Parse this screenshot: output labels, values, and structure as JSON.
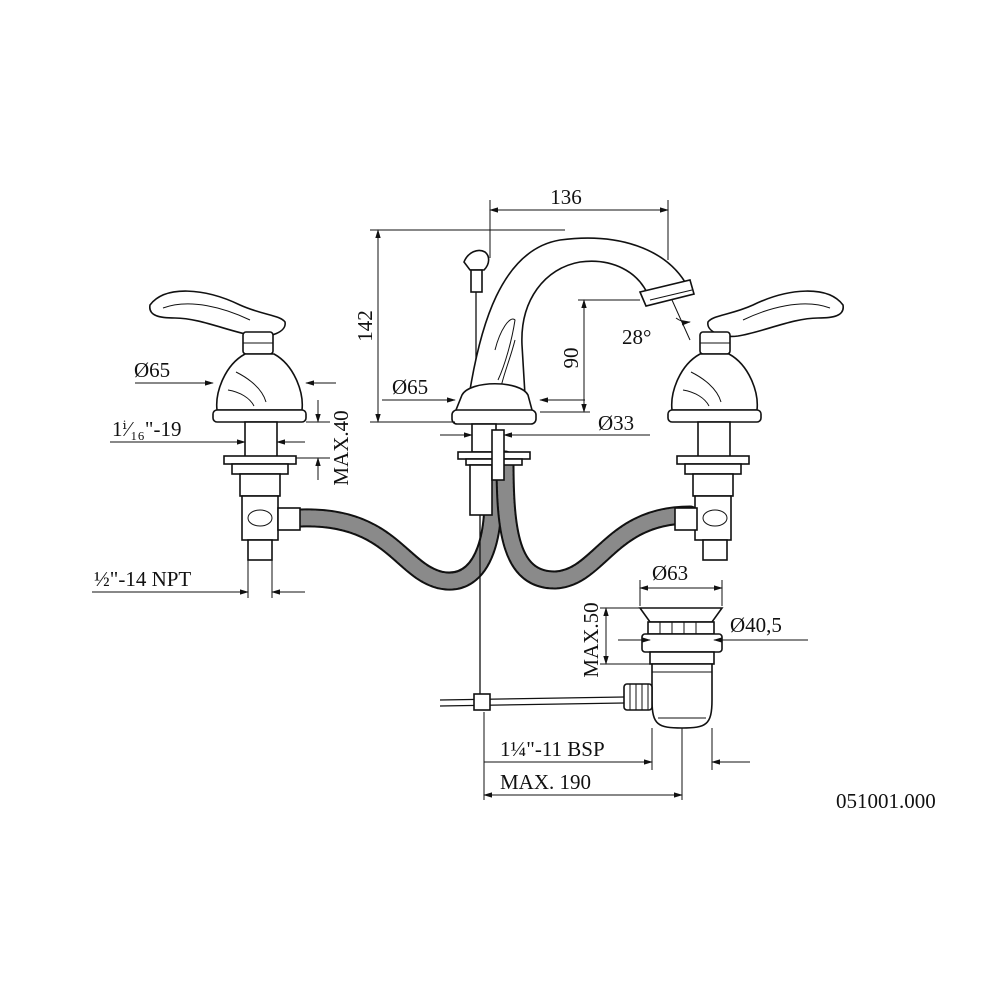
{
  "drawing": {
    "part_number": "051001.000",
    "dimensions": {
      "spout_reach": "136",
      "overall_height": "142",
      "spout_height": "90",
      "spout_angle": "28°",
      "spout_base_diameter": "Ø65",
      "spout_shank_diameter": "Ø33",
      "handle_base_diameter": "Ø65",
      "handle_thread": "1ⁱ⁄₁₆\"-19",
      "handle_max_deck": "MAX.40",
      "supply_thread": "½\"-14 NPT",
      "drain_flange_diameter": "Ø63",
      "drain_body_diameter": "Ø40,5",
      "drain_max_deck": "MAX.50",
      "drain_thread": "1¼\"-11 BSP",
      "drain_rod_max": "MAX. 190"
    }
  }
}
